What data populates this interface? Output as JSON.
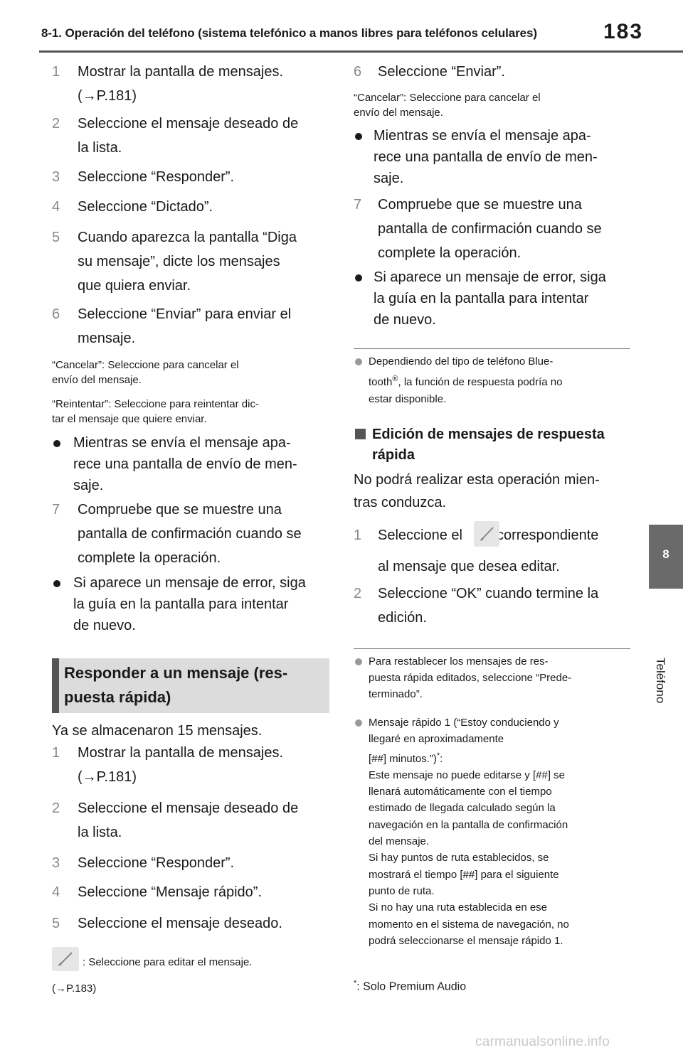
{
  "header": {
    "title": "8-1. Operación del teléfono (sistema telefónico a manos libres para teléfonos celulares)",
    "page_number": "183"
  },
  "side_tab": {
    "number": "8",
    "label": "Teléfono"
  },
  "left_steps_a": [
    {
      "n": "1",
      "lines": [
        "Mostrar la pantalla de mensajes.",
        "(→P.181)"
      ]
    },
    {
      "n": "2",
      "lines": [
        "Seleccione el mensaje deseado de",
        "la lista."
      ]
    },
    {
      "n": "3",
      "lines": [
        "Seleccione “Responder”."
      ]
    },
    {
      "n": "4",
      "lines": [
        "Seleccione “Dictado”."
      ]
    },
    {
      "n": "5",
      "lines": [
        "Cuando aparezca la pantalla “Diga",
        "su mensaje”, dicte los mensajes",
        "que quiera enviar."
      ]
    },
    {
      "n": "6",
      "lines": [
        "Seleccione “Enviar” para enviar el",
        "mensaje."
      ]
    }
  ],
  "left_notes_a": [
    [
      "“Cancelar”: Seleccione para cancelar el",
      "envío del mensaje."
    ],
    [
      "“Reintentar”: Seleccione para reintentar dic-",
      "tar el mensaje que quiere enviar."
    ]
  ],
  "left_bullet_1": [
    "Mientras se envía el mensaje apa-",
    "rece una pantalla de envío de men-",
    "saje."
  ],
  "left_step_7": {
    "n": "7",
    "lines": [
      "Compruebe que se muestre una",
      "pantalla de confirmación cuando se",
      "complete la operación."
    ]
  },
  "left_bullet_2": [
    "Si aparece un mensaje de error, siga",
    "la guía en la pantalla para intentar",
    "de nuevo."
  ],
  "section_heading": [
    "Responder a un mensaje (res-",
    "puesta rápida)"
  ],
  "section_intro": "Ya se almacenaron 15 mensajes.",
  "left_steps_b": [
    {
      "n": "1",
      "lines": [
        "Mostrar la pantalla de mensajes.",
        "(→P.181)"
      ]
    },
    {
      "n": "2",
      "lines": [
        "Seleccione el mensaje deseado de",
        "la lista."
      ]
    },
    {
      "n": "3",
      "lines": [
        "Seleccione “Responder”."
      ]
    },
    {
      "n": "4",
      "lines": [
        "Seleccione “Mensaje rápido”."
      ]
    },
    {
      "n": "5",
      "lines": [
        "Seleccione el mensaje deseado."
      ]
    }
  ],
  "edit_icon_note": ": Seleccione para editar el mensaje.",
  "edit_icon_ref": "(→P.183)",
  "right_step_6": {
    "n": "6",
    "lines": [
      "Seleccione “Enviar”."
    ]
  },
  "right_note_cancel": [
    "“Cancelar”: Seleccione para cancelar el",
    "envío del mensaje."
  ],
  "right_bullet_1": [
    "Mientras se envía el mensaje apa-",
    "rece una pantalla de envío de men-",
    "saje."
  ],
  "right_step_7": {
    "n": "7",
    "lines": [
      "Compruebe que se muestre una",
      "pantalla de confirmación cuando se",
      "complete la operación."
    ]
  },
  "right_bullet_2": [
    "Si aparece un mensaje de error, siga",
    "la guía en la pantalla para intentar",
    "de nuevo."
  ],
  "bluetooth_note": {
    "l1": "Dependiendo del tipo de teléfono Blue-",
    "l2a": "tooth",
    "l2sup": "®",
    "l2b": ", la función de respuesta podría no",
    "l3": "estar disponible."
  },
  "sub_heading": [
    "Edición de mensajes de respuesta",
    "rápida"
  ],
  "sub_intro": [
    "No podrá realizar esta operación mien-",
    "tras conduzca."
  ],
  "right_step_1": {
    "n": "1",
    "a": "Seleccione el",
    "b": "correspondiente",
    "l2": "al mensaje que desea editar."
  },
  "right_step_2": {
    "n": "2",
    "lines": [
      "Seleccione “OK” cuando termine la",
      "edición."
    ]
  },
  "restore_note": [
    "Para restablecer los mensajes de res-",
    "puesta rápida editados, seleccione “Prede-",
    "terminado”."
  ],
  "quick_note": {
    "lines": [
      "Mensaje rápido 1 (“Estoy conduciendo y",
      "llegaré en aproximadamente"
    ],
    "l3": "[##] minutos.”)",
    "l3sup": "*",
    "l3end": ":",
    "rest": [
      "Este mensaje no puede editarse y [##] se",
      "llenará automáticamente con el tiempo",
      "estimado de llegada calculado según la",
      "navegación en la pantalla de confirmación",
      "del mensaje.",
      "Si hay puntos de ruta establecidos, se",
      "mostrará el tiempo [##] para el siguiente",
      "punto de ruta.",
      "Si no hay una ruta establecida en ese",
      "momento en el sistema de navegación, no",
      "podrá seleccionarse el mensaje rápido 1."
    ]
  },
  "footnote": {
    "mark": "*",
    "text": ":  Solo Premium Audio"
  },
  "watermark": "carmanualsonline.info"
}
